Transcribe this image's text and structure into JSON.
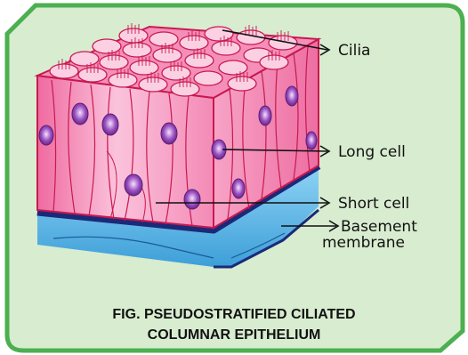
{
  "labels": {
    "cilia": "Cilia",
    "long_cell": "Long cell",
    "short_cell": "Short cell",
    "basement_line1": "Basement",
    "basement_line2": "membrane"
  },
  "caption": {
    "line1": "FIG. PSEUDOSTRATIFIED CILIATED",
    "line2": "COLUMNAR EPITHELIUM"
  },
  "colors": {
    "background_panel": "#d8ecd0",
    "panel_border": "#4caf50",
    "cell_pink": "#f07aa8",
    "cell_outline": "#c8194f",
    "nucleus": "#7a3a9a",
    "basement_dark": "#1a2a78",
    "basement_light": "#5cb8e8"
  }
}
